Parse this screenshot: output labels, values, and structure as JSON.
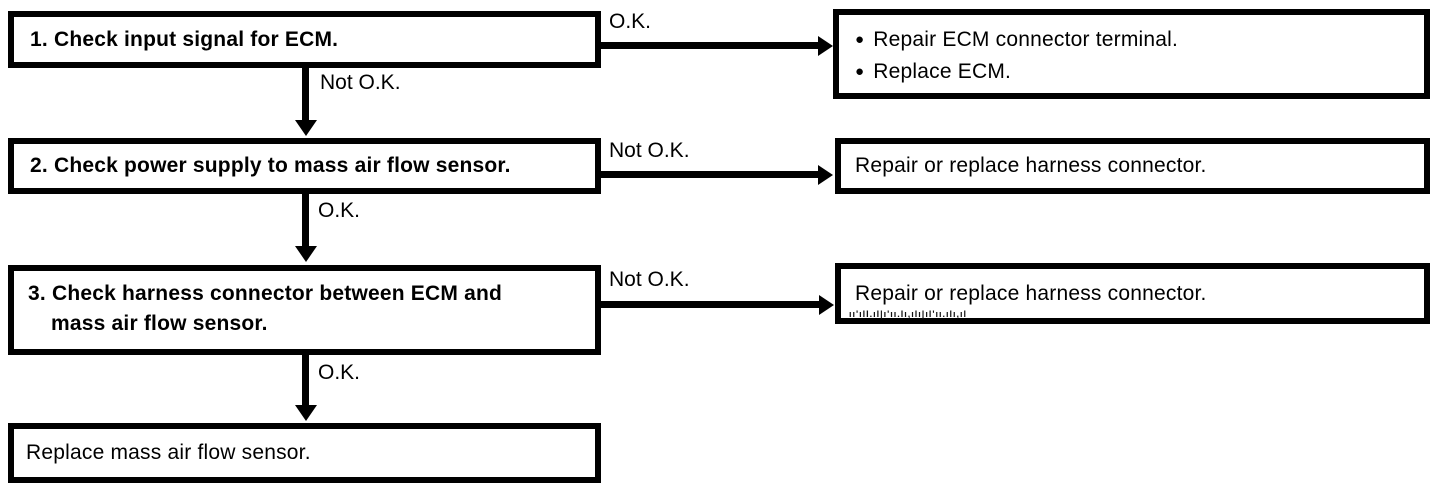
{
  "colors": {
    "ink": "#000000",
    "paper": "#ffffff"
  },
  "nodes": {
    "step1": {
      "label": "1. Check input signal for ECM."
    },
    "step2": {
      "label": "2. Check power supply to mass air flow sensor."
    },
    "step3": {
      "line1": "3. Check harness connector between ECM and",
      "line2": "mass air flow sensor."
    },
    "final": {
      "label": "Replace mass air flow sensor."
    },
    "result1": {
      "bullet_glyph": "●",
      "bullets": [
        "Repair ECM connector terminal.",
        "Replace ECM."
      ]
    },
    "result2": {
      "label": "Repair or replace harness connector."
    },
    "result3": {
      "label": "Repair or replace harness connector.",
      "artifact": "ıı'ılİ.ıl|ı'ıı.lı,ılı|ıl'ıı.ılı,ıl"
    }
  },
  "edges": {
    "step1_result1": {
      "label": "O.K."
    },
    "step1_step2": {
      "label": "Not O.K."
    },
    "step2_result2": {
      "label": "Not O.K."
    },
    "step2_step3": {
      "label": "O.K."
    },
    "step3_result3": {
      "label": "Not O.K."
    },
    "step3_final": {
      "label": "O.K."
    }
  }
}
